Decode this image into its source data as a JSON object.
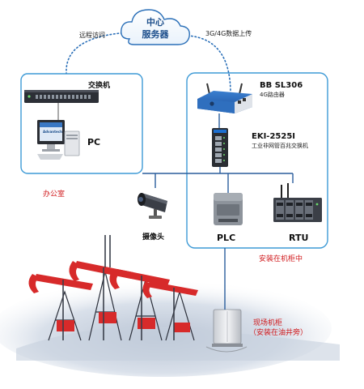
{
  "cloud": {
    "line1": "中心",
    "line2": "服务器"
  },
  "links": {
    "remote": "远程访问",
    "uplink": "3G/4G数据上传"
  },
  "office": {
    "switch_label": "交换机",
    "pc_label": "PC",
    "room_label": "办公室"
  },
  "cabinet": {
    "router_name": "BB SL306",
    "router_desc": "4G路由器",
    "switch_name": "EKI-2525I",
    "switch_desc": "工业非网管百兆交换机",
    "plc_label": "PLC",
    "rtu_label": "RTU",
    "cabinet_label": "安装在机柜中"
  },
  "camera_label": "摄像头",
  "field": {
    "line1": "现场机柜",
    "line2": "（安装在油井旁）"
  },
  "monitor_screen_text": "Advantech",
  "colors": {
    "box_border": "#3d9ad6",
    "dotted_line": "#2a6fb8",
    "accent_red": "#d0191c",
    "wire": "#2a5d9c"
  }
}
